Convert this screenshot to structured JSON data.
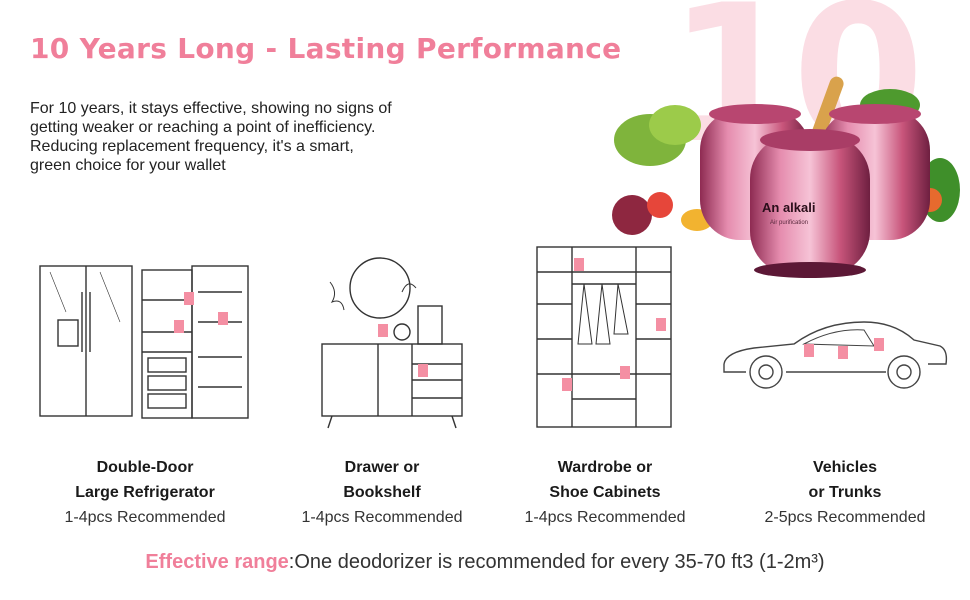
{
  "hero": {
    "big_number": "10",
    "title": "10 Years Long - Lasting Performance",
    "intro_lines": [
      "For 10 years, it stays effective, showing no signs of",
      "getting weaker or reaching a point of inefficiency.",
      "Reducing replacement frequency, it's a smart,",
      "green choice for your wallet"
    ],
    "product_brand": "An alkali",
    "product_caption": "Air purification"
  },
  "colors": {
    "accent": "#f07f9a",
    "ten_bg": "#fbdde4",
    "pod": "#c8557b",
    "marker": "#f48fa3"
  },
  "uses": [
    {
      "title_1": "Double-Door",
      "title_2": "Large Refrigerator",
      "recommended": "1-4pcs Recommended",
      "icon": "refrigerator-icon"
    },
    {
      "title_1": "Drawer or",
      "title_2": "Bookshelf",
      "recommended": "1-4pcs Recommended",
      "icon": "bookshelf-icon"
    },
    {
      "title_1": "Wardrobe or",
      "title_2": "Shoe Cabinets",
      "recommended": "1-4pcs Recommended",
      "icon": "wardrobe-icon"
    },
    {
      "title_1": "Vehicles",
      "title_2": "or Trunks",
      "recommended": "2-5pcs Recommended",
      "icon": "car-icon"
    }
  ],
  "footer": {
    "label": "Effective range",
    "text": ":One deodorizer is recommended for every 35-70 ft3 (1-2m³)"
  }
}
